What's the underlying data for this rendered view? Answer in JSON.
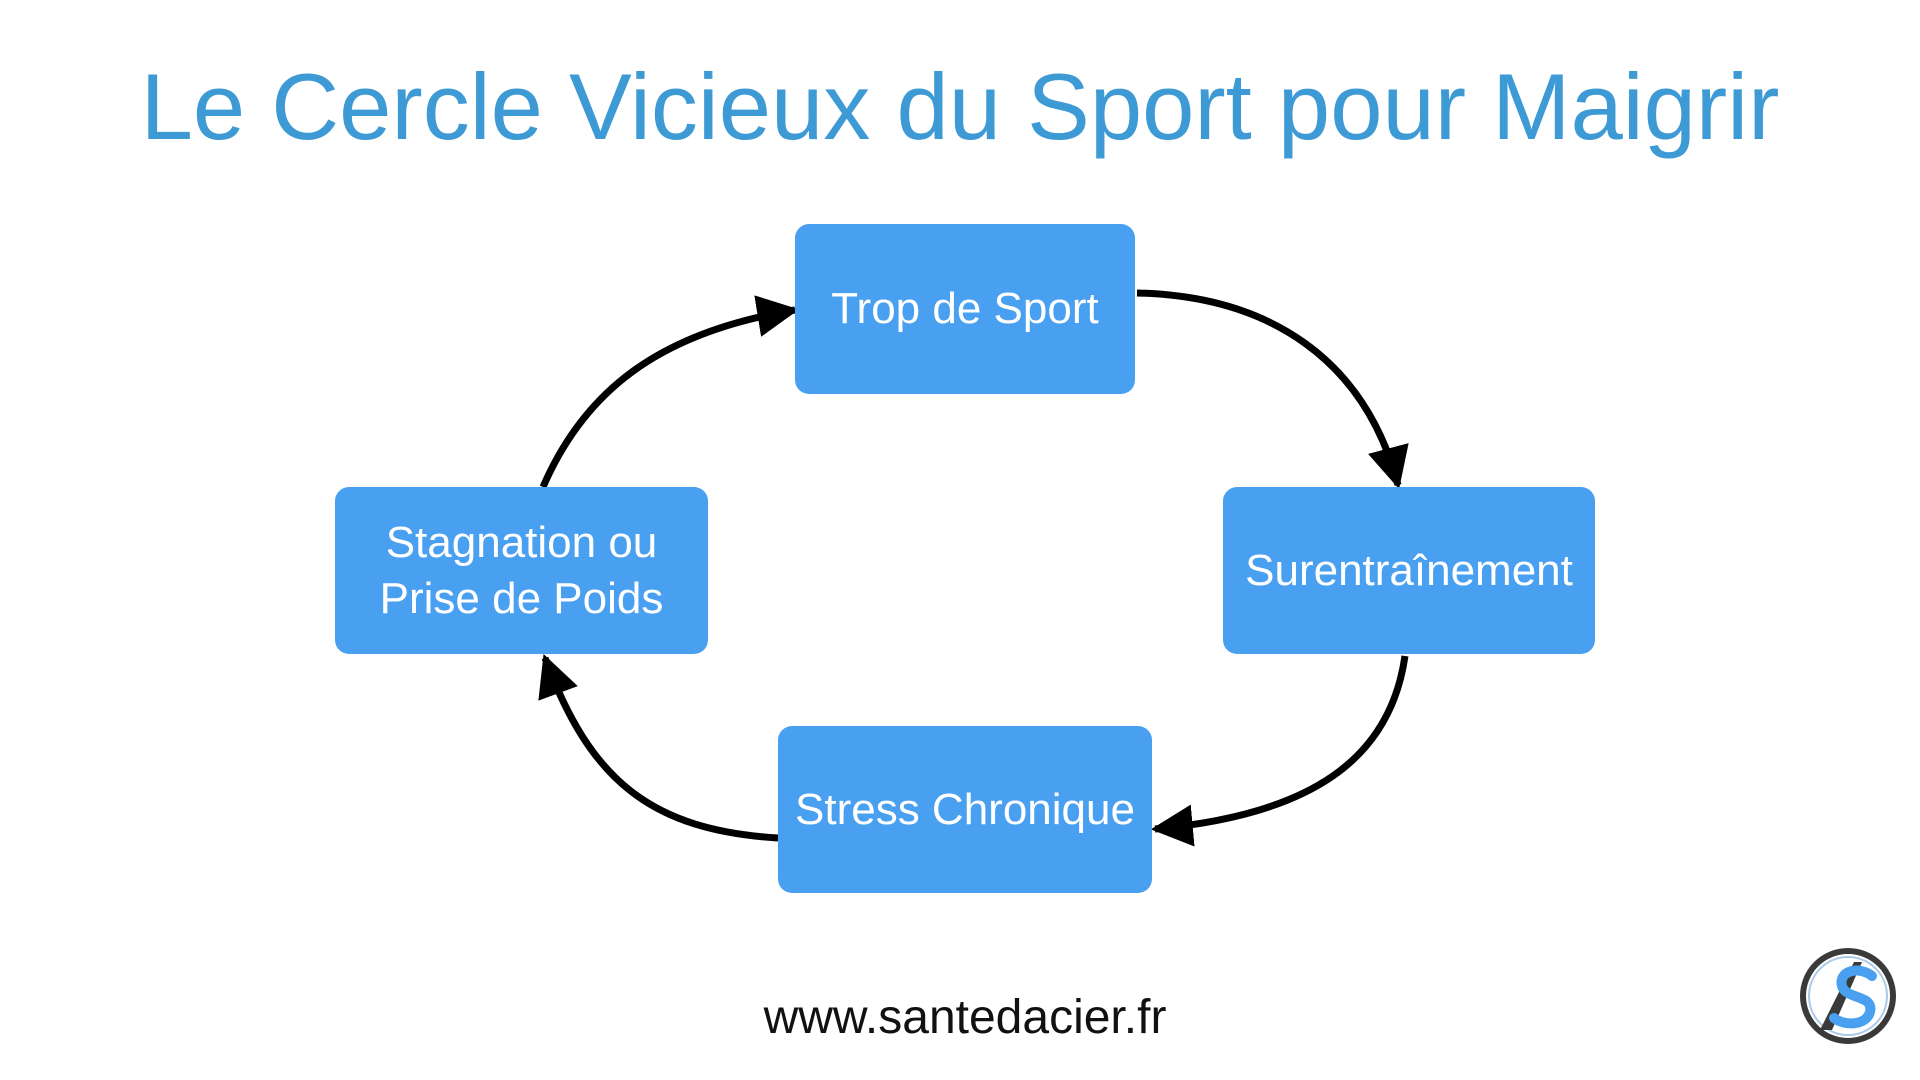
{
  "diagram": {
    "title": "Le Cercle Vicieux du Sport pour Maigrir",
    "nodes": [
      {
        "label": "Trop de Sport"
      },
      {
        "label": "Surentraînement"
      },
      {
        "label": "Stress Chronique"
      },
      {
        "label": "Stagnation ou\nPrise de Poids"
      }
    ],
    "edges": [
      {
        "from": 0,
        "to": 1
      },
      {
        "from": 1,
        "to": 2
      },
      {
        "from": 2,
        "to": 3
      },
      {
        "from": 3,
        "to": 0
      }
    ],
    "footer": "www.santedacier.fr",
    "colors": {
      "title": "#3d9ad4",
      "node_fill": "#4aa0f0",
      "node_text": "#ffffff",
      "arrow": "#000000",
      "footer": "#111111"
    },
    "logo": {
      "icon": "santedacier-logo-icon"
    }
  }
}
